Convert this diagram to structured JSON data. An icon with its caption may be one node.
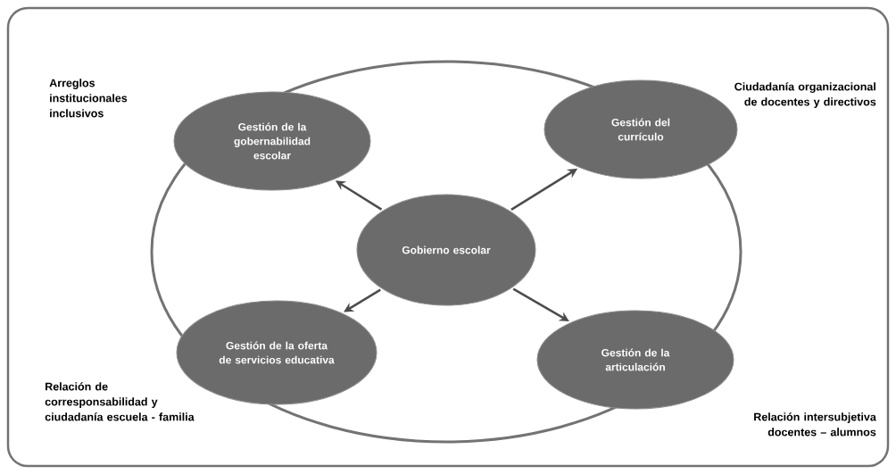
{
  "diagram": {
    "nodes": [
      {
        "text": [
          "Gestión de la gobernabilidad escolar"
        ]
      },
      {
        "text": [
          "Gestión del currículo"
        ]
      },
      {
        "text": [
          "Gobierno escolar"
        ]
      },
      {
        "text": [
          "Gestión de la oferta de servicios educativa"
        ]
      },
      {
        "text": [
          "Gestión de la articulación"
        ]
      }
    ],
    "edges": [
      {
        "from": 2,
        "to": 0,
        "arrow": "to"
      },
      {
        "from": 2,
        "to": 1,
        "arrow": "to"
      },
      {
        "from": 2,
        "to": 3,
        "arrow": "to"
      },
      {
        "from": 2,
        "to": 4,
        "arrow": "to"
      }
    ],
    "labels": [
      "Arreglos institucionales inclusivos",
      "Ciudadanía organizacional de docentes y directivos",
      "Relación de corresponsabilidad y ciudadanía escuela - familia",
      "Relación intersubjetiva docentes – alumnos"
    ]
  }
}
